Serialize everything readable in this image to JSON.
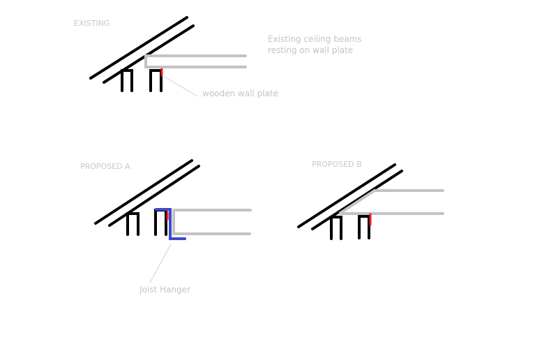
{
  "sections": {
    "existing": {
      "title": "EXISTING",
      "note_line1": "Existing ceiling beams",
      "note_line2": "resting on wall plate",
      "callout": "wooden wall plate"
    },
    "proposed_a": {
      "title": "PROPOSED A",
      "callout": "Joist Hanger"
    },
    "proposed_b": {
      "title": "PROPOSED B"
    }
  },
  "colors": {
    "rafter": "#000000",
    "beam": "#c3c3c3",
    "wall_plate": "#ed1c24",
    "hanger": "#3f48cc",
    "label": "#c4c4c4"
  }
}
